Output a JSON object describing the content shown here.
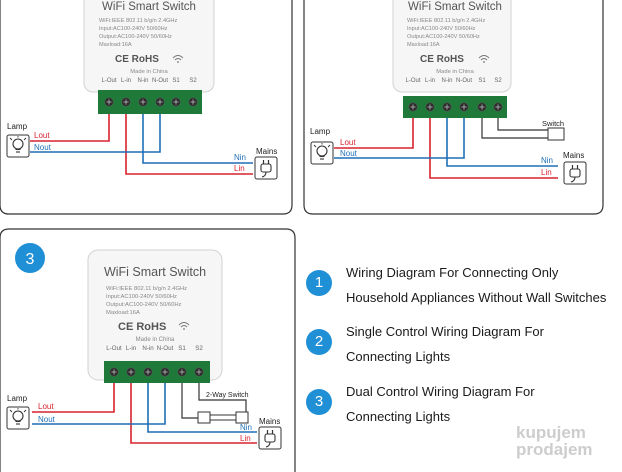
{
  "colors": {
    "live": "#d9232d",
    "neutral": "#1f6fb5",
    "terminal_block": "#1f7a3a",
    "accent_blue": "#1f8fd6",
    "frame": "#333333"
  },
  "device": {
    "title": "WiFi Smart Switch",
    "spec1": "WiFi:IEEE 802.11 b/g/n 2.4GHz",
    "spec2": "Input:AC100-240V 50/60Hz",
    "spec3": "Output:AC100-240V 50/60Hz",
    "spec4": "Maxload:16A",
    "cert": "CE RoHS",
    "made": "Made in China",
    "terminals": [
      "L-Out",
      "L-in",
      "N-in",
      "N-Out",
      "S1",
      "S2"
    ]
  },
  "panels": [
    {
      "number": "",
      "lamp": "Lamp",
      "mains": "Mains",
      "lout": "Lout",
      "nout": "Nout",
      "nin": "Nin",
      "lin": "Lin",
      "switch": ""
    },
    {
      "number": "",
      "lamp": "Lamp",
      "mains": "Mains",
      "lout": "Lout",
      "nout": "Nout",
      "nin": "Nin",
      "lin": "Lin",
      "switch": "Switch"
    },
    {
      "number": "3",
      "lamp": "Lamp",
      "mains": "Mains",
      "lout": "Lout",
      "nout": "Nout",
      "nin": "Nin",
      "lin": "Lin",
      "switch": "2-Way Switch"
    }
  ],
  "legend": [
    {
      "number": "1",
      "line1": "Wiring Diagram For Connecting Only",
      "line2": "Household Appliances Without Wall Switches"
    },
    {
      "number": "2",
      "line1": "Single Control Wiring Diagram For",
      "line2": "Connecting Lights"
    },
    {
      "number": "3",
      "line1": "Dual Control Wiring Diagram For",
      "line2": "Connecting Lights"
    }
  ],
  "watermark": {
    "line1": "kupujem",
    "line2": "prodajem"
  }
}
